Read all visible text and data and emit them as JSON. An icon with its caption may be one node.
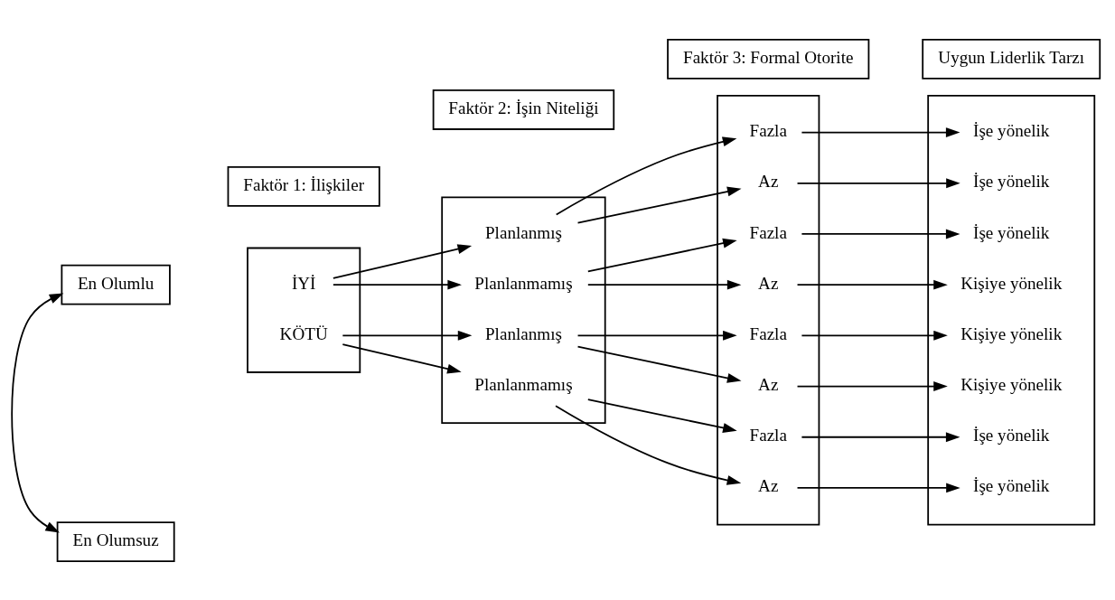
{
  "diagram": {
    "nodes": [
      {
        "text": [
          "En Olumlu"
        ]
      },
      {
        "text": [
          "Faktör 1: İlişkiler"
        ]
      },
      {
        "text": [],
        "shape": "box"
      },
      {
        "text": [
          "İYİ"
        ],
        "in": 2
      },
      {
        "text": [
          "KÖTÜ"
        ],
        "in": 2
      },
      {
        "text": [
          "Faktör 2: İşin Niteliği"
        ]
      },
      {
        "text": [],
        "shape": "box"
      },
      {
        "text": [
          "Planlanmış"
        ],
        "in": 6
      },
      {
        "text": [
          "Planlanmamış"
        ],
        "in": 6
      },
      {
        "text": [
          "Planlanmış"
        ],
        "in": 6
      },
      {
        "text": [
          "Planlanmamış"
        ],
        "in": 6
      },
      {
        "text": [
          "Faktör 3: Formal Otorite"
        ]
      },
      {
        "text": [],
        "shape": "box"
      },
      {
        "text": [
          "Fazla"
        ],
        "in": 12
      },
      {
        "text": [
          "Az"
        ],
        "in": 12
      },
      {
        "text": [
          "Fazla"
        ],
        "in": 12
      },
      {
        "text": [
          "Az"
        ],
        "in": 12
      },
      {
        "text": [
          "Fazla"
        ],
        "in": 12
      },
      {
        "text": [
          "Az"
        ],
        "in": 12
      },
      {
        "text": [
          "Fazla"
        ],
        "in": 12
      },
      {
        "text": [
          "Az"
        ],
        "in": 12
      },
      {
        "text": [
          "Uygun Liderlik Tarzı"
        ]
      },
      {
        "text": [],
        "shape": "box"
      },
      {
        "text": [
          "İşe yönelik"
        ],
        "in": 22
      },
      {
        "text": [
          "İşe yönelik"
        ],
        "in": 22
      },
      {
        "text": [
          "İşe yönelik"
        ],
        "in": 22
      },
      {
        "text": [
          "Kişiye yönelik"
        ],
        "in": 22
      },
      {
        "text": [
          "Kişiye yönelik"
        ],
        "in": 22
      },
      {
        "text": [
          "Kişiye yönelik"
        ],
        "in": 22
      },
      {
        "text": [
          "İşe yönelik"
        ],
        "in": 22
      },
      {
        "text": [
          "İşe yönelik"
        ],
        "in": 22
      },
      {
        "text": [
          "En Olumsuz"
        ]
      }
    ],
    "edges": [
      {
        "from": 0,
        "to": 31,
        "arrow": "both"
      },
      {
        "from": 3,
        "to": 7,
        "arrow": "to"
      },
      {
        "from": 3,
        "to": 8,
        "arrow": "to"
      },
      {
        "from": 4,
        "to": 9,
        "arrow": "to"
      },
      {
        "from": 4,
        "to": 10,
        "arrow": "to"
      },
      {
        "from": 7,
        "to": 13,
        "arrow": "to"
      },
      {
        "from": 7,
        "to": 14,
        "arrow": "to"
      },
      {
        "from": 8,
        "to": 15,
        "arrow": "to"
      },
      {
        "from": 8,
        "to": 16,
        "arrow": "to"
      },
      {
        "from": 9,
        "to": 17,
        "arrow": "to"
      },
      {
        "from": 9,
        "to": 18,
        "arrow": "to"
      },
      {
        "from": 10,
        "to": 19,
        "arrow": "to"
      },
      {
        "from": 10,
        "to": 20,
        "arrow": "to"
      },
      {
        "from": 13,
        "to": 23,
        "arrow": "to"
      },
      {
        "from": 14,
        "to": 24,
        "arrow": "to"
      },
      {
        "from": 15,
        "to": 25,
        "arrow": "to"
      },
      {
        "from": 16,
        "to": 26,
        "arrow": "to"
      },
      {
        "from": 17,
        "to": 27,
        "arrow": "to"
      },
      {
        "from": 18,
        "to": 28,
        "arrow": "to"
      },
      {
        "from": 19,
        "to": 29,
        "arrow": "to"
      },
      {
        "from": 20,
        "to": 30,
        "arrow": "to"
      }
    ]
  }
}
